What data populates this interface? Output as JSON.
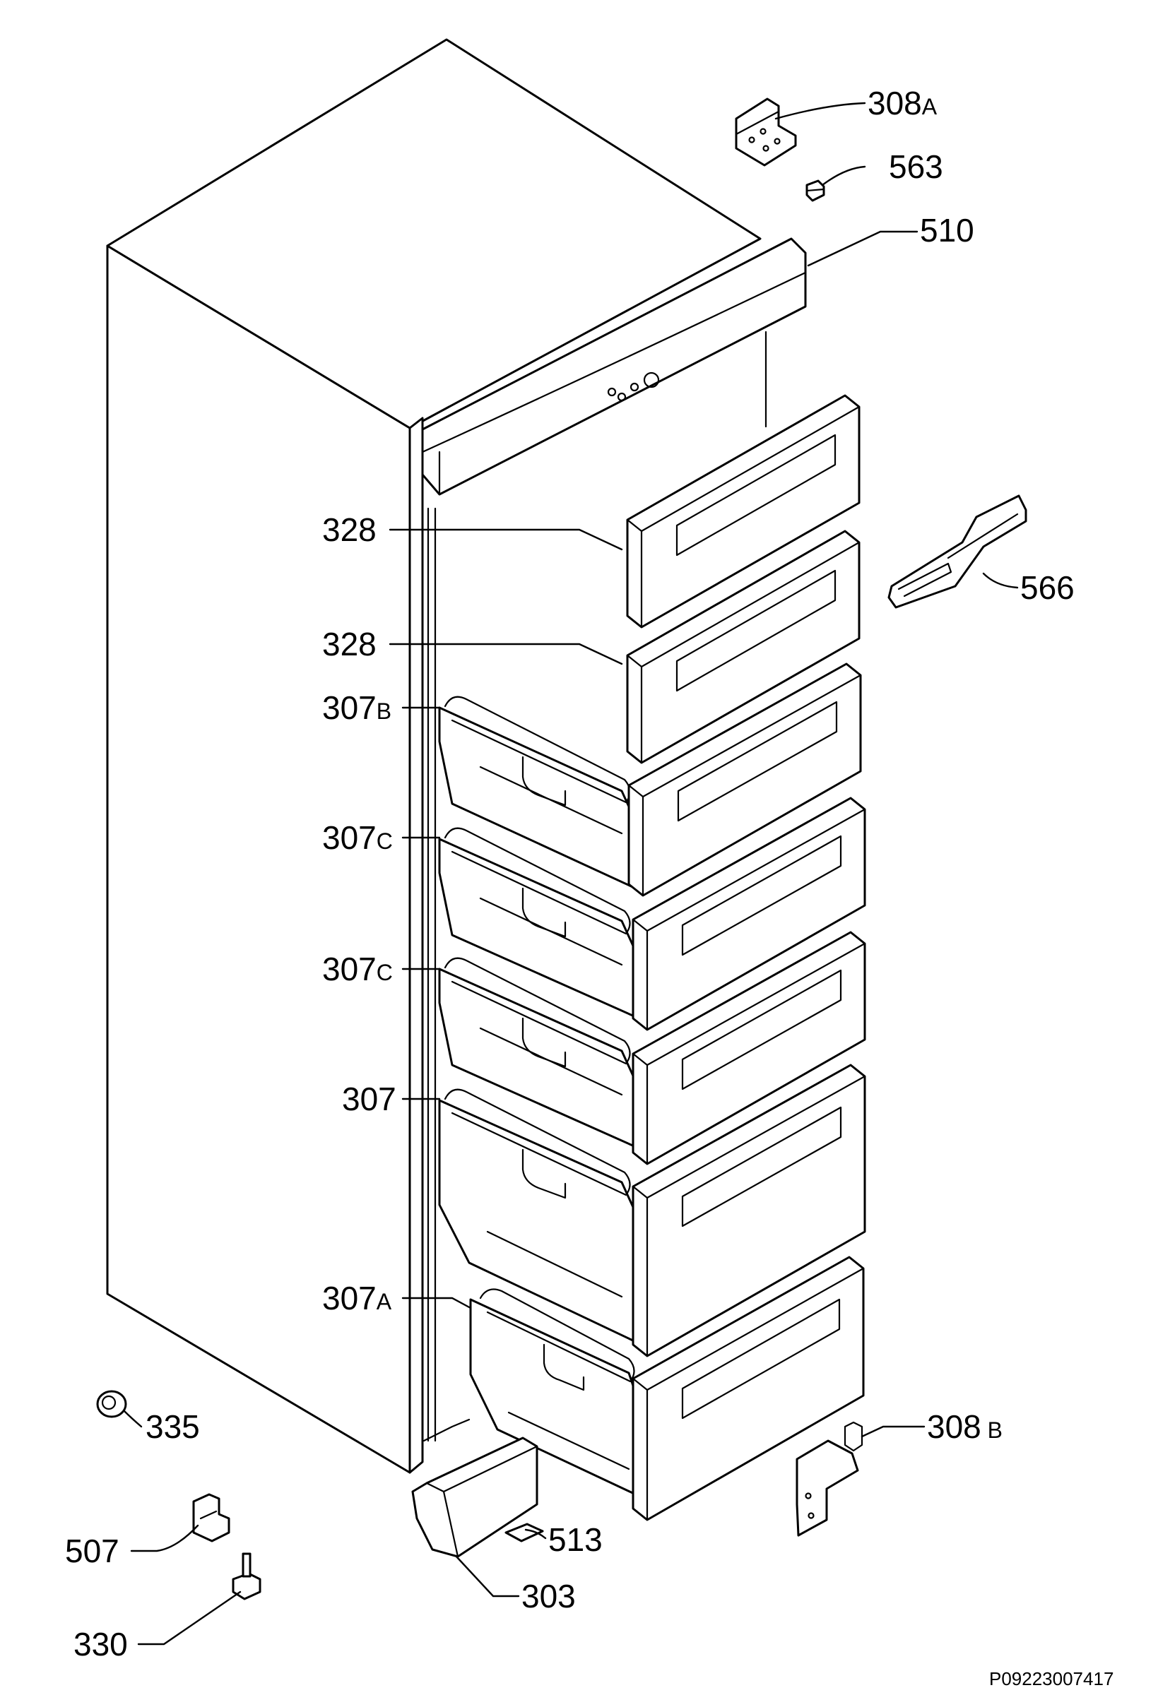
{
  "labels": {
    "l308a": {
      "num": "308",
      "sfx": "A"
    },
    "l563": {
      "num": "563",
      "sfx": ""
    },
    "l510": {
      "num": "510",
      "sfx": ""
    },
    "l328a": {
      "num": "328",
      "sfx": ""
    },
    "l328b": {
      "num": "328",
      "sfx": ""
    },
    "l566": {
      "num": "566",
      "sfx": ""
    },
    "l307b": {
      "num": "307",
      "sfx": "B"
    },
    "l307c1": {
      "num": "307",
      "sfx": "C"
    },
    "l307c2": {
      "num": "307",
      "sfx": "C"
    },
    "l307": {
      "num": "307",
      "sfx": ""
    },
    "l307a": {
      "num": "307",
      "sfx": "A"
    },
    "l335": {
      "num": "335",
      "sfx": ""
    },
    "l308b": {
      "num": "308",
      "sfx": " B"
    },
    "l507": {
      "num": "507",
      "sfx": ""
    },
    "l513": {
      "num": "513",
      "sfx": ""
    },
    "l303": {
      "num": "303",
      "sfx": ""
    },
    "l330": {
      "num": "330",
      "sfx": ""
    }
  },
  "reference": "P09223007417"
}
